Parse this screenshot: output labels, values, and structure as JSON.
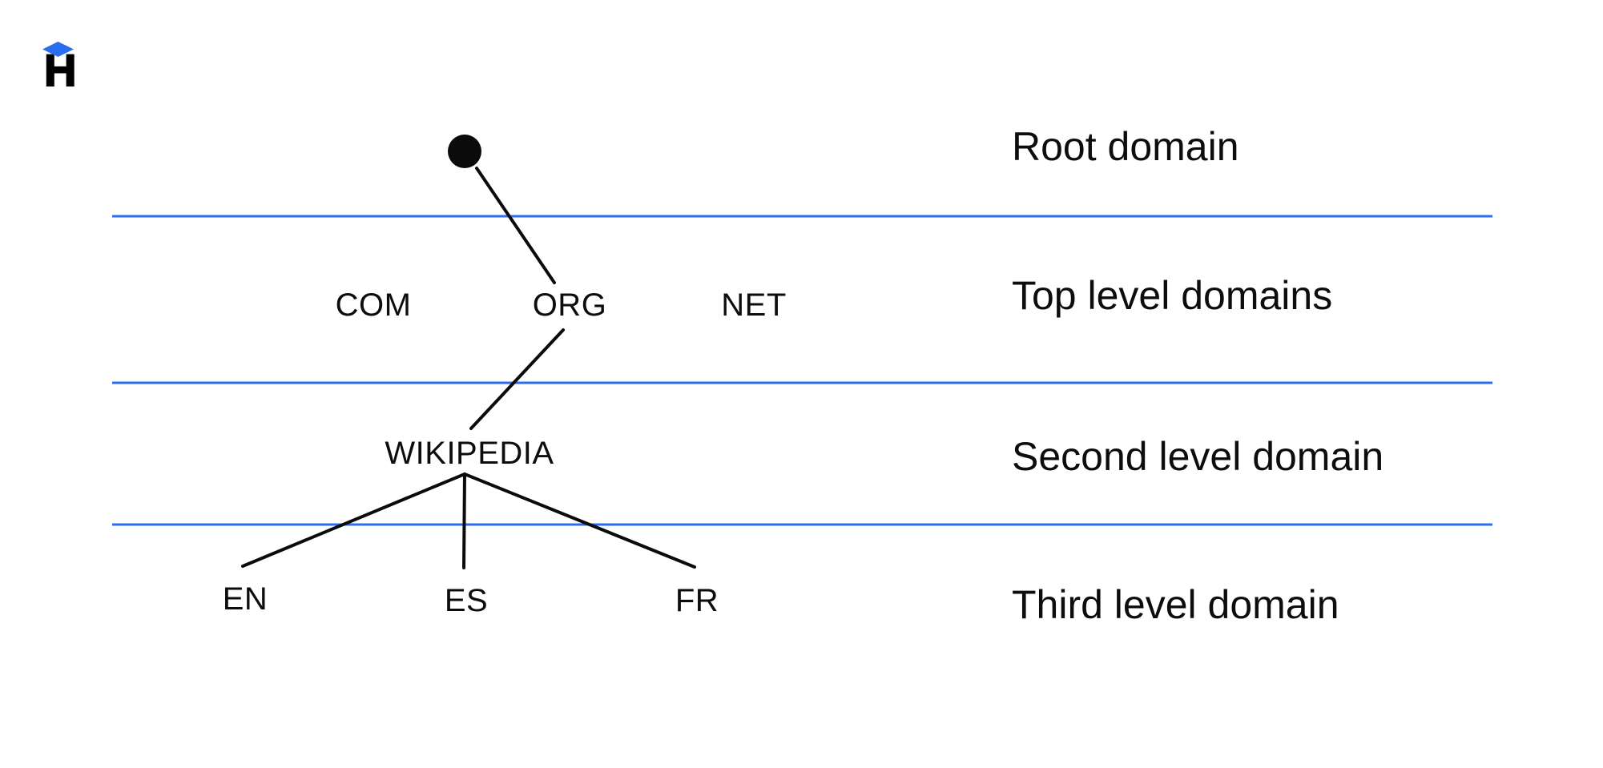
{
  "logo": {
    "letter": "H",
    "accent_color": "#2b6cf0"
  },
  "diagram": {
    "separator_color": "#2b6cf0",
    "edge_color": "#0b0b0b",
    "levels": [
      {
        "label": "Root domain"
      },
      {
        "label": "Top level domains"
      },
      {
        "label": "Second level domain"
      },
      {
        "label": "Third level domain"
      }
    ],
    "nodes": {
      "root": {
        "type": "dot",
        "label": ""
      },
      "top_level": [
        "COM",
        "ORG",
        "NET"
      ],
      "second_level": "WIKIPEDIA",
      "third_level": [
        "EN",
        "ES",
        "FR"
      ]
    },
    "edges": [
      "root → ORG",
      "ORG → WIKIPEDIA",
      "WIKIPEDIA → EN",
      "WIKIPEDIA → ES",
      "WIKIPEDIA → FR"
    ]
  }
}
